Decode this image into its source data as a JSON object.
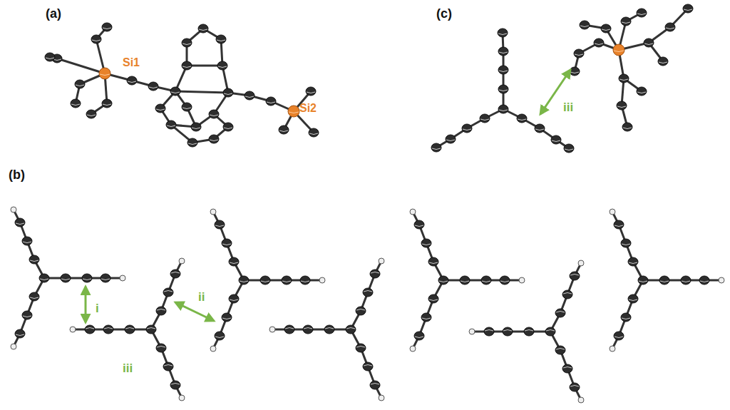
{
  "diagram": {
    "labels": [
      "(a)",
      "Si1",
      "Si2",
      "(c)",
      "iii",
      "(b)",
      "i",
      "ii",
      "iii"
    ]
  }
}
